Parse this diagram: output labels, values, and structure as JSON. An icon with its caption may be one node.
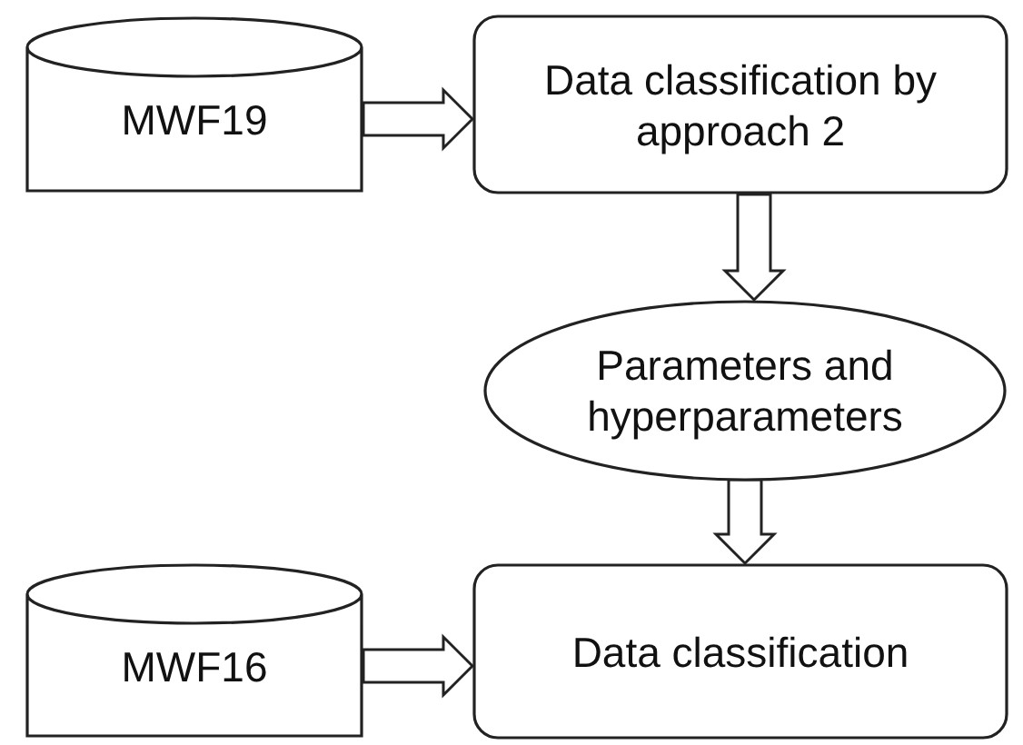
{
  "diagram": {
    "nodes": [
      {
        "text": [
          "MWF19"
        ]
      },
      {
        "text": [
          "Data classification by approach 2"
        ]
      },
      {
        "text": [
          "Parameters and hyperparameters"
        ]
      },
      {
        "text": [
          "MWF16"
        ]
      },
      {
        "text": [
          "Data classification"
        ]
      }
    ],
    "edges": [
      {
        "from": 0,
        "to": 1,
        "arrow": "to"
      },
      {
        "from": 1,
        "to": 2,
        "arrow": "to"
      },
      {
        "from": 2,
        "to": 4,
        "arrow": "to"
      },
      {
        "from": 3,
        "to": 4,
        "arrow": "to"
      }
    ]
  }
}
